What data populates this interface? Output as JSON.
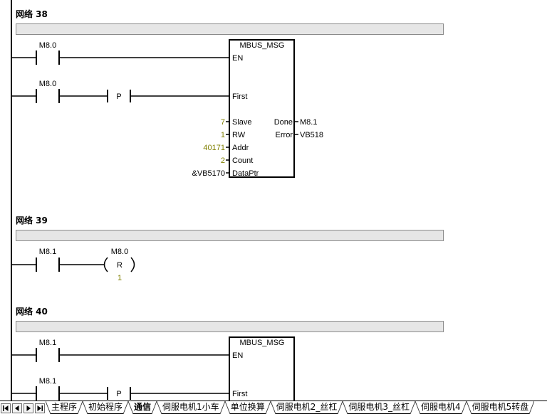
{
  "networks": [
    {
      "title": "网络 38",
      "rung1_contact": "M8.0",
      "rung2_contact": "M8.0",
      "edge_label": "P",
      "block": {
        "name": "MBUS_MSG",
        "en": "EN",
        "first": "First",
        "inputs": [
          {
            "pin": "Slave",
            "value": "7"
          },
          {
            "pin": "RW",
            "value": "1"
          },
          {
            "pin": "Addr",
            "value": "40171"
          },
          {
            "pin": "Count",
            "value": "2"
          },
          {
            "pin": "DataPtr",
            "value": "&VB5170"
          }
        ],
        "outputs": [
          {
            "pin": "Done",
            "value": "M8.1"
          },
          {
            "pin": "Error",
            "value": "VB518"
          }
        ]
      }
    },
    {
      "title": "网络 39",
      "contact": "M8.1",
      "coil_address": "M8.0",
      "coil_type": "R",
      "coil_count": "1"
    },
    {
      "title": "网络 40",
      "rung1_contact": "M8.1",
      "rung2_contact": "M8.1",
      "edge_label": "P",
      "block": {
        "name": "MBUS_MSG",
        "en": "EN",
        "first": "First"
      }
    }
  ],
  "nav": [
    {
      "icon": "skip-first-icon"
    },
    {
      "icon": "previous-icon"
    },
    {
      "icon": "next-icon"
    },
    {
      "icon": "skip-last-icon"
    }
  ],
  "tabs": [
    {
      "label": "主程序"
    },
    {
      "label": "初始程序"
    },
    {
      "label": "通信",
      "active": true
    },
    {
      "label": "伺服电机1小车"
    },
    {
      "label": "单位换算"
    },
    {
      "label": "伺服电机2_丝杠"
    },
    {
      "label": "伺服电机3_丝杠"
    },
    {
      "label": "伺服电机4"
    },
    {
      "label": "伺服电机5转盘"
    }
  ],
  "colors": {
    "constant": "#808000",
    "wire": "#000000",
    "comment_bar": "#e6e6e6"
  }
}
